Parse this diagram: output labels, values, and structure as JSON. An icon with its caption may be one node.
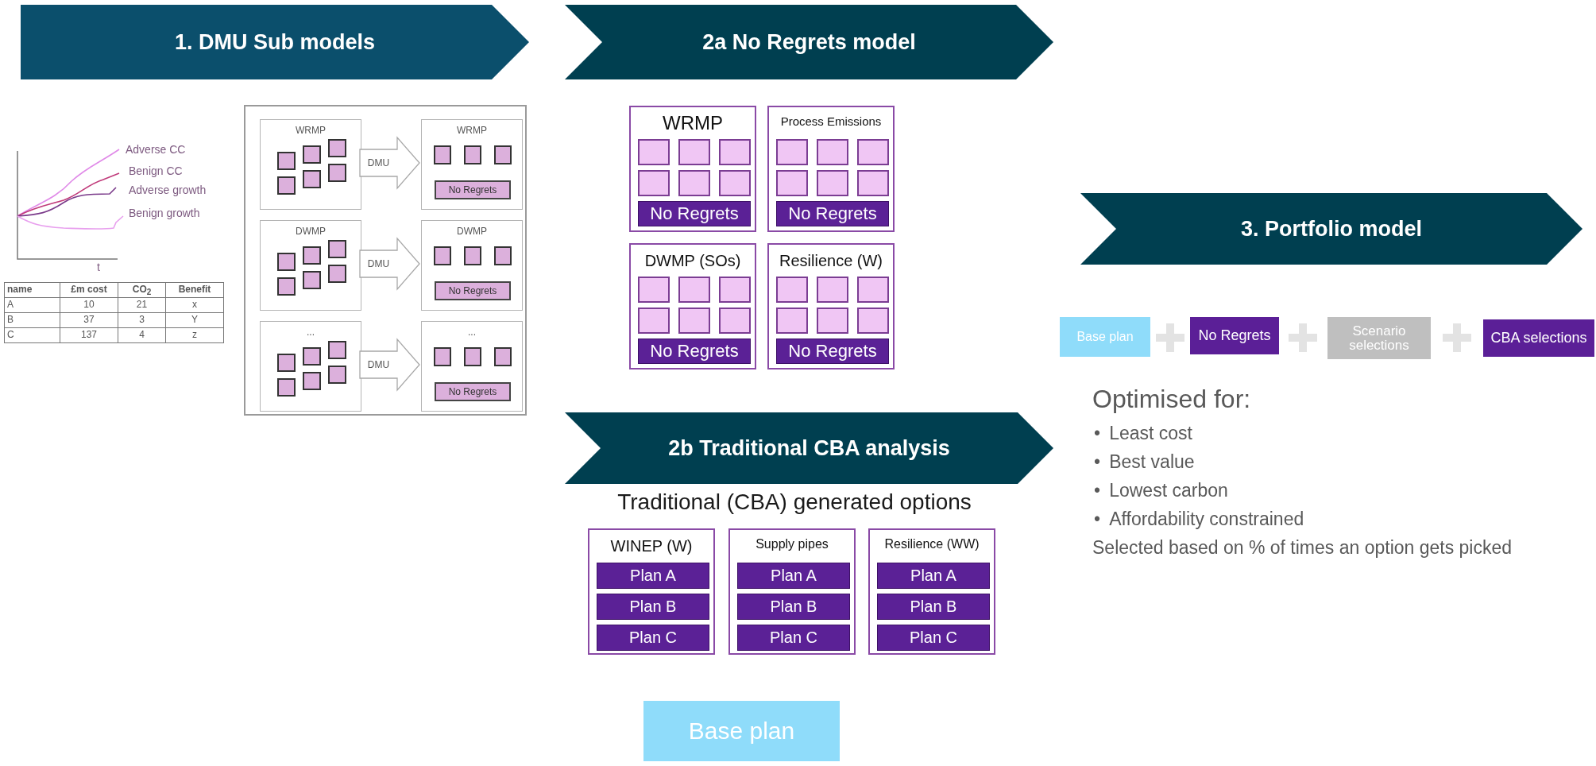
{
  "diagram": {
    "nodes": [
      {
        "text": [
          "1. DMU Sub models"
        ]
      },
      {
        "text": [
          "2a No Regrets model"
        ]
      },
      {
        "text": [],
        "shape": "box"
      },
      {
        "text": [
          "WRMP"
        ],
        "in": 2
      },
      {
        "text": [],
        "shape": "box",
        "in": 3
      },
      {
        "text": [],
        "shape": "box",
        "in": 3
      },
      {
        "text": [],
        "shape": "box",
        "in": 3
      },
      {
        "text": [],
        "shape": "box",
        "in": 3
      },
      {
        "text": [],
        "shape": "box",
        "in": 3
      },
      {
        "text": [],
        "shape": "box",
        "in": 3
      },
      {
        "text": [
          "WRMP"
        ],
        "in": 2
      },
      {
        "text": [],
        "shape": "box",
        "in": 10
      },
      {
        "text": [],
        "shape": "box",
        "in": 10
      },
      {
        "text": [],
        "shape": "box",
        "in": 10
      },
      {
        "text": [
          "No Regrets"
        ],
        "in": 10
      },
      {
        "text": [
          "DWMP"
        ],
        "in": 2
      },
      {
        "text": [],
        "shape": "box",
        "in": 15
      },
      {
        "text": [],
        "shape": "box",
        "in": 15
      },
      {
        "text": [],
        "shape": "box",
        "in": 15
      },
      {
        "text": [],
        "shape": "box",
        "in": 15
      },
      {
        "text": [],
        "shape": "box",
        "in": 15
      },
      {
        "text": [],
        "shape": "box",
        "in": 15
      },
      {
        "text": [
          "DWMP"
        ],
        "in": 2
      },
      {
        "text": [],
        "shape": "box",
        "in": 22
      },
      {
        "text": [],
        "shape": "box",
        "in": 22
      },
      {
        "text": [],
        "shape": "box",
        "in": 22
      },
      {
        "text": [
          "No Regrets"
        ],
        "in": 22
      },
      {
        "text": [
          "..."
        ],
        "in": 2
      },
      {
        "text": [],
        "shape": "box",
        "in": 27
      },
      {
        "text": [],
        "shape": "box",
        "in": 27
      },
      {
        "text": [],
        "shape": "box",
        "in": 27
      },
      {
        "text": [],
        "shape": "box",
        "in": 27
      },
      {
        "text": [],
        "shape": "box",
        "in": 27
      },
      {
        "text": [],
        "shape": "box",
        "in": 27
      },
      {
        "text": [
          "..."
        ],
        "in": 2
      },
      {
        "text": [],
        "shape": "box",
        "in": 34
      },
      {
        "text": [],
        "shape": "box",
        "in": 34
      },
      {
        "text": [],
        "shape": "box",
        "in": 34
      },
      {
        "text": [
          "No Regrets"
        ],
        "in": 34
      },
      {
        "text": [
          "WRMP"
        ]
      },
      {
        "text": [],
        "shape": "box",
        "in": 39
      },
      {
        "text": [],
        "shape": "box",
        "in": 39
      },
      {
        "text": [],
        "shape": "box",
        "in": 39
      },
      {
        "text": [],
        "shape": "box",
        "in": 39
      },
      {
        "text": [],
        "shape": "box",
        "in": 39
      },
      {
        "text": [],
        "shape": "box",
        "in": 39
      },
      {
        "text": [
          "No Regrets"
        ],
        "in": 39
      },
      {
        "text": [
          "Process Emissions"
        ]
      },
      {
        "text": [],
        "shape": "box",
        "in": 47
      },
      {
        "text": [],
        "shape": "box",
        "in": 47
      },
      {
        "text": [],
        "shape": "box",
        "in": 47
      },
      {
        "text": [],
        "shape": "box",
        "in": 47
      },
      {
        "text": [],
        "shape": "box",
        "in": 47
      },
      {
        "text": [],
        "shape": "box",
        "in": 47
      },
      {
        "text": [
          "No Regrets"
        ],
        "in": 47
      },
      {
        "text": [
          "DWMP (SOs)"
        ]
      },
      {
        "text": [],
        "shape": "box",
        "in": 55
      },
      {
        "text": [],
        "shape": "box",
        "in": 55
      },
      {
        "text": [],
        "shape": "box",
        "in": 55
      },
      {
        "text": [],
        "shape": "box",
        "in": 55
      },
      {
        "text": [],
        "shape": "box",
        "in": 55
      },
      {
        "text": [],
        "shape": "box",
        "in": 55
      },
      {
        "text": [
          "No Regrets"
        ],
        "in": 55
      },
      {
        "text": [
          "Resilience (W)"
        ]
      },
      {
        "text": [],
        "shape": "box",
        "in": 63
      },
      {
        "text": [],
        "shape": "box",
        "in": 63
      },
      {
        "text": [],
        "shape": "box",
        "in": 63
      },
      {
        "text": [],
        "shape": "box",
        "in": 63
      },
      {
        "text": [],
        "shape": "box",
        "in": 63
      },
      {
        "text": [],
        "shape": "box",
        "in": 63
      },
      {
        "text": [
          "No Regrets"
        ],
        "in": 63
      },
      {
        "text": [
          "3. Portfolio model"
        ]
      },
      {
        "text": [
          "Base plan"
        ]
      },
      {
        "text": [
          "No Regrets"
        ]
      },
      {
        "text": [
          "Scenario selections"
        ]
      },
      {
        "text": [
          "CBA selections"
        ]
      },
      {
        "text": [
          "2b Traditional CBA analysis"
        ]
      },
      {
        "text": [
          "WINEP (W)"
        ]
      },
      {
        "text": [
          "Plan A"
        ],
        "in": 77
      },
      {
        "text": [
          "Plan B"
        ],
        "in": 77
      },
      {
        "text": [
          "Plan C"
        ],
        "in": 77
      },
      {
        "text": [
          "Supply pipes"
        ]
      },
      {
        "text": [
          "Plan A"
        ],
        "in": 81
      },
      {
        "text": [
          "Plan B"
        ],
        "in": 81
      },
      {
        "text": [
          "Plan C"
        ],
        "in": 81
      },
      {
        "text": [
          "Resilience (WW)"
        ]
      },
      {
        "text": [
          "Plan A"
        ],
        "in": 85
      },
      {
        "text": [
          "Plan B"
        ],
        "in": 85
      },
      {
        "text": [
          "Plan C"
        ],
        "in": 85
      },
      {
        "text": [
          "Base plan"
        ]
      }
    ],
    "edges": [
      {
        "from": 3,
        "to": 10,
        "arrow": "to",
        "label": "DMU"
      },
      {
        "from": 15,
        "to": 22,
        "arrow": "to",
        "label": "DMU"
      },
      {
        "from": 27,
        "to": 34,
        "arrow": "to",
        "label": "DMU"
      }
    ],
    "labels": [
      "Adverse CC",
      "Benign CC",
      "Adverse growth",
      "Benign growth",
      "t",
      "name",
      "£m cost",
      "CO$_{2}$",
      "Benefit",
      "A",
      "10",
      "21",
      "x",
      "B",
      "37",
      "3",
      "Y",
      "C",
      "137",
      "4",
      "z",
      "Optimised for:",
      "•\tLeast cost",
      "•\tBest value",
      "•\tLowest carbon",
      "•\tAffordability constrained",
      "Selected based on % of times an option gets picked",
      "Traditional (CBA) generated options"
    ]
  }
}
